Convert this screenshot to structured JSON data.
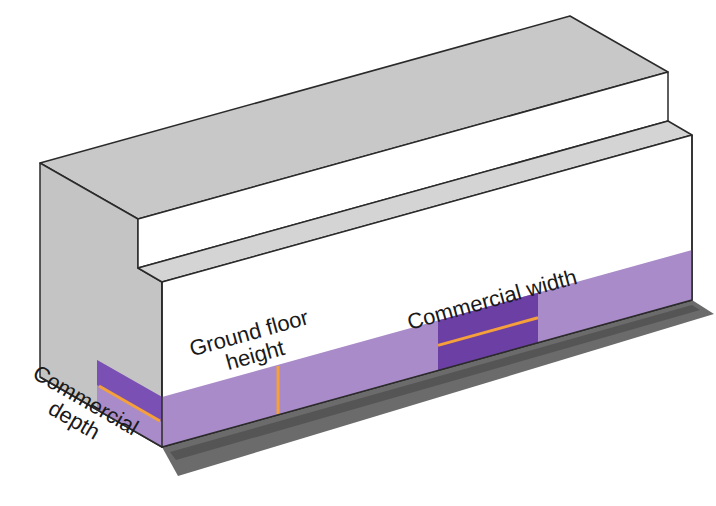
{
  "diagram": {
    "labels": [
      "Commercial width",
      "Ground floor height",
      "Commercial depth"
    ]
  }
}
